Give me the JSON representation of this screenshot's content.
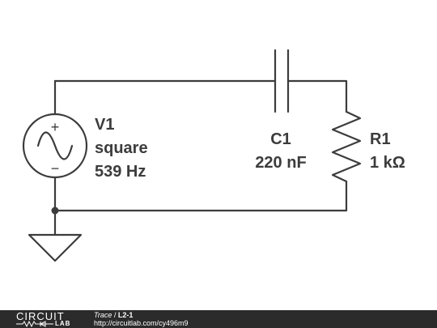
{
  "source": {
    "name": "V1",
    "waveform": "square",
    "frequency": "539 Hz",
    "plus_sign": "+",
    "minus_sign": "−"
  },
  "capacitor": {
    "name": "C1",
    "value": "220 nF"
  },
  "resistor": {
    "name": "R1",
    "value": "1 kΩ"
  },
  "footer": {
    "logo_top": "CIRCUIT",
    "logo_bottom": "LAB",
    "trace_label": "Trace",
    "separator": " / ",
    "circuit_name": "L2-1",
    "url": "http://circuitlab.com/cy496m9"
  },
  "colors": {
    "wire": "#3c3c3c",
    "footer_bg": "#2b2b2b",
    "footer_text": "#ffffff"
  }
}
